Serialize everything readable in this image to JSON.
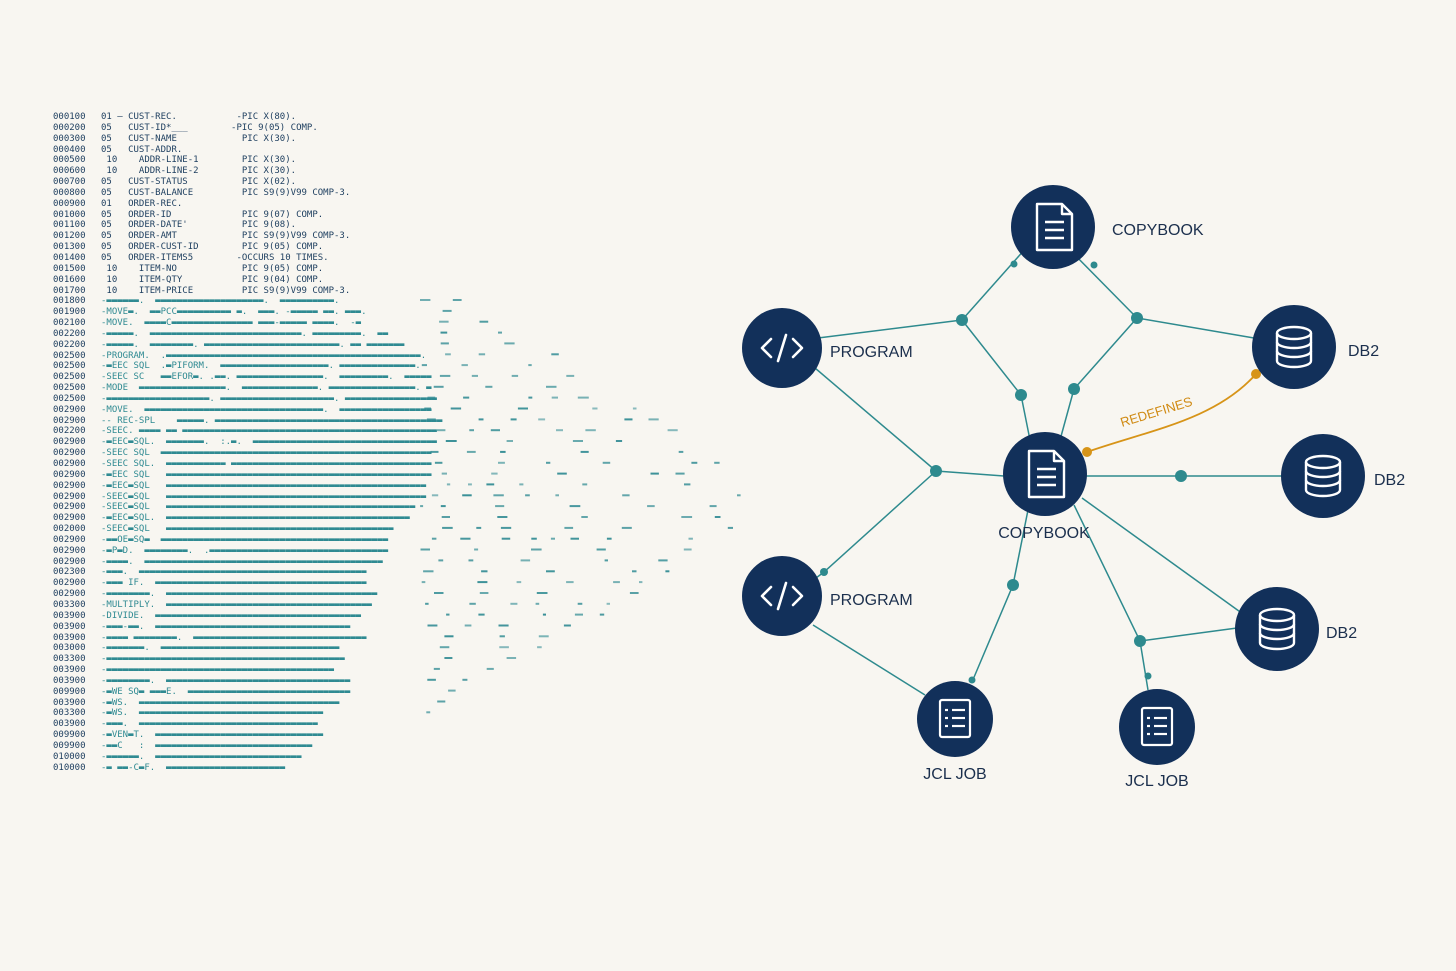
{
  "code_listing": {
    "lines": [
      {
        "num": "000100",
        "text": "01 – CUST-REC.           -PIC X(80)."
      },
      {
        "num": "000200",
        "text": "05   CUST-ID*___        -PIC 9(05) COMP."
      },
      {
        "num": "000300",
        "text": "05   CUST-NAME            PIC X(30)."
      },
      {
        "num": "000400",
        "text": "05   CUST-ADDR."
      },
      {
        "num": "000500",
        "text": " 10    ADDR-LINE-1        PIC X(30)."
      },
      {
        "num": "000600",
        "text": " 10    ADDR-LINE-2        PIC X(30)."
      },
      {
        "num": "000700",
        "text": "05   CUST-STATUS          PIC X(02)."
      },
      {
        "num": "000800",
        "text": "05   CUST-BALANCE         PIC S9(9)V99 COMP-3."
      },
      {
        "num": "000900",
        "text": "01   ORDER-REC."
      },
      {
        "num": "001000",
        "text": "05   ORDER-ID             PIC 9(07) COMP."
      },
      {
        "num": "001100",
        "text": "05   ORDER-DATE'          PIC 9(08)."
      },
      {
        "num": "001200",
        "text": "05   ORDER-AMT            PIC S9(9)V99 COMP-3."
      },
      {
        "num": "001300",
        "text": "05   ORDER-CUST-ID        PIC 9(05) COMP."
      },
      {
        "num": "001400",
        "text": "05   ORDER-ITEMS5        -OCCURS 10 TIMES."
      },
      {
        "num": "001500",
        "text": " 10    ITEM-NO            PIC 9(05) COMP."
      },
      {
        "num": "001600",
        "text": " 10    ITEM-QTY           PIC 9(04) COMP."
      },
      {
        "num": "001700",
        "text": " 10    ITEM-PRICE         PIC S9(9)V99 COMP-3."
      }
    ],
    "scrambled": [
      {
        "num": "001800",
        "text": "-▬▬▬▬▬▬.  ▬▬▬▬▬▬▬▬▬▬▬▬▬▬▬▬▬▬▬▬.  ▬▬▬▬▬▬▬▬▬▬."
      },
      {
        "num": "001900",
        "text": "-MOVE▬.  ▬▬PCC▬▬▬▬▬▬▬▬▬▬ ▬.  ▬▬▬. -▬▬▬▬▬ ▬▬. ▬▬▬."
      },
      {
        "num": "002100",
        "text": "-MOVE.  ▬▬▬▬C▬▬▬▬▬▬▬▬▬▬▬▬▬▬▬ ▬▬▬-▬▬▬▬▬ ▬▬▬▬.  -▬"
      },
      {
        "num": "002200",
        "text": "-▬▬▬▬▬.  ▬▬▬▬▬▬▬▬▬▬▬▬▬▬▬▬▬▬▬▬▬▬▬▬▬▬▬▬. ▬▬▬▬▬▬▬▬▬.  ▬▬"
      },
      {
        "num": "002200",
        "text": "-▬▬▬▬▬.  ▬▬▬▬▬▬▬▬. ▬▬▬▬▬▬▬▬▬▬▬▬▬▬▬▬▬▬▬▬▬▬▬▬▬. ▬▬ ▬▬▬▬▬▬▬"
      },
      {
        "num": "002500",
        "text": "-PROGRAM.  .▬▬▬▬▬▬▬▬▬▬▬▬▬▬▬▬▬▬▬▬▬▬▬▬▬▬▬▬▬▬▬▬▬▬▬▬▬▬▬▬▬▬▬▬▬▬▬."
      },
      {
        "num": "002500",
        "text": "-▬EEC SQL  .▬PIFORM.  ▬▬▬▬▬▬▬▬▬▬▬▬▬▬▬▬▬▬▬▬. ▬▬▬▬▬▬▬▬▬▬▬▬▬▬."
      },
      {
        "num": "002500",
        "text": "-SEEC SC   ▬▬EFOR▬. .▬▬. ▬▬▬▬▬▬▬▬▬▬▬▬▬▬▬▬.  ▬▬▬▬▬▬▬▬▬.  ▬▬▬▬▬"
      },
      {
        "num": "002500",
        "text": "-MODE  ▬▬▬▬▬▬▬▬▬▬▬▬▬▬▬▬.  ▬▬▬▬▬▬▬▬▬▬▬▬▬▬. ▬▬▬▬▬▬▬▬▬▬▬▬▬▬▬▬. ▬"
      },
      {
        "num": "002500",
        "text": "-▬▬▬▬▬▬▬▬▬▬▬▬▬▬▬▬▬▬▬. ▬▬▬▬▬▬▬▬▬▬▬▬▬▬▬▬▬▬▬▬▬. ▬▬▬▬▬▬▬▬▬▬▬▬▬▬▬▬▬"
      },
      {
        "num": "002900",
        "text": "-MOVE.  ▬▬▬▬▬▬▬▬▬▬▬▬▬▬▬▬▬▬▬▬▬▬▬▬▬▬▬▬▬▬▬▬▬.  ▬▬▬▬▬▬▬▬▬▬▬▬▬▬▬▬▬"
      },
      {
        "num": "002900",
        "text": "-- REC-SPL    ▬▬▬▬▬. ▬▬▬▬▬▬▬▬▬▬▬▬▬▬▬▬▬▬▬▬▬▬▬▬▬▬▬▬▬▬▬▬▬▬▬▬▬▬▬▬▬▬"
      },
      {
        "num": "002200",
        "text": "-SEEC. ▬▬▬▬ ▬▬ ▬▬▬▬▬▬▬▬▬▬▬▬▬▬▬▬▬▬▬▬▬▬▬▬▬▬▬▬▬▬▬▬▬▬▬▬▬▬▬▬▬▬▬▬▬▬▬"
      },
      {
        "num": "002900",
        "text": "-▬EEC▬SQL.  ▬▬▬▬▬▬▬.  :.▬.  ▬▬▬▬▬▬▬▬▬▬▬▬▬▬▬▬▬▬▬▬▬▬▬▬▬▬▬▬▬▬▬▬▬▬"
      },
      {
        "num": "002900",
        "text": "-SEEC SQL  ▬▬▬▬▬▬▬▬▬▬▬▬▬▬▬▬▬▬▬▬▬▬▬▬▬▬▬▬▬▬▬▬▬▬▬▬▬▬▬▬▬▬▬▬▬▬▬▬▬▬"
      },
      {
        "num": "002900",
        "text": "-SEEC SQL.  ▬▬▬▬▬▬▬▬▬▬▬ ▬▬▬▬▬▬▬▬▬▬▬▬▬▬▬▬▬▬▬▬▬▬▬▬▬▬▬▬▬▬▬▬▬▬▬▬▬"
      },
      {
        "num": "002900",
        "text": "-▬EEC SQL   ▬▬▬▬▬▬▬▬▬▬▬▬▬▬▬▬▬▬▬▬▬▬▬▬▬▬▬▬▬▬▬▬▬▬▬▬▬▬▬▬▬▬▬▬▬▬▬▬▬"
      },
      {
        "num": "002900",
        "text": "-▬EEC▬SQL   ▬▬▬▬▬▬▬▬▬▬▬▬▬▬▬▬▬▬▬▬▬▬▬▬▬▬▬▬▬▬▬▬▬▬▬▬▬▬▬▬▬▬▬▬▬▬▬▬"
      },
      {
        "num": "002900",
        "text": "-SEEC▬SQL   ▬▬▬▬▬▬▬▬▬▬▬▬▬▬▬▬▬▬▬▬▬▬▬▬▬▬▬▬▬▬▬▬▬▬▬▬▬▬▬▬▬▬▬▬▬▬▬▬"
      },
      {
        "num": "002900",
        "text": "-SEEC▬SQL   ▬▬▬▬▬▬▬▬▬▬▬▬▬▬▬▬▬▬▬▬▬▬▬▬▬▬▬▬▬▬▬▬▬▬▬▬▬▬▬▬▬▬▬▬▬▬"
      },
      {
        "num": "002900",
        "text": "-▬EEC▬SQL.  ▬▬▬▬▬▬▬▬▬▬▬▬▬▬▬▬▬▬▬▬▬▬▬▬▬▬▬▬▬▬▬▬▬▬▬▬▬▬▬▬▬▬▬▬▬"
      },
      {
        "num": "002000",
        "text": "-SEEC▬SQL   ▬▬▬▬▬▬▬▬▬▬▬▬▬▬▬▬▬▬▬▬▬▬▬▬▬▬▬▬▬▬▬▬▬▬▬▬▬▬▬▬▬▬"
      },
      {
        "num": "002900",
        "text": "-▬▬OE▬SQ▬  ▬▬▬▬▬▬▬▬▬▬▬▬▬▬▬▬▬▬▬▬▬▬▬▬▬▬▬▬▬▬▬▬▬▬▬▬▬▬▬▬▬▬"
      },
      {
        "num": "002900",
        "text": "-▬P▬D.  ▬▬▬▬▬▬▬▬.  .▬▬▬▬▬▬▬▬▬▬▬▬▬▬▬▬▬▬▬▬▬▬▬▬▬▬▬▬▬▬▬▬▬"
      },
      {
        "num": "002900",
        "text": "-▬▬▬▬.  ▬▬▬▬▬▬▬▬▬▬▬▬▬▬▬▬▬▬▬▬▬▬▬▬▬▬▬▬▬▬▬▬▬▬▬▬▬▬▬▬▬▬▬▬"
      },
      {
        "num": "002300",
        "text": "-▬▬▬.  ▬▬▬▬▬▬▬▬▬▬▬▬▬▬▬▬▬▬▬▬▬▬▬▬▬▬▬▬▬▬▬▬▬▬▬▬▬▬▬▬▬▬"
      },
      {
        "num": "002900",
        "text": "-▬▬▬ IF.  ▬▬▬▬▬▬▬▬▬▬▬▬▬▬▬▬▬▬▬▬▬▬▬▬▬▬▬▬▬▬▬▬▬▬▬▬▬▬▬"
      },
      {
        "num": "002900",
        "text": "-▬▬▬▬▬▬▬▬.  ▬▬▬▬▬▬▬▬▬▬▬▬▬▬▬▬▬▬▬▬▬▬▬▬▬▬▬▬▬▬▬▬▬▬▬▬▬▬▬"
      },
      {
        "num": "003300",
        "text": "-MULTIPLY.  ▬▬▬▬▬▬▬▬▬▬▬▬▬▬▬▬▬▬▬▬▬▬▬▬▬▬▬▬▬▬▬▬▬▬▬▬▬▬"
      },
      {
        "num": "003900",
        "text": "-DIVIDE.  ▬▬▬▬▬▬▬▬▬▬▬▬▬▬▬▬▬▬▬▬▬▬▬▬▬▬▬▬▬▬▬▬▬▬▬▬▬▬"
      },
      {
        "num": "003900",
        "text": "-▬▬▬-▬▬.  ▬▬▬▬▬▬▬▬▬▬▬▬▬▬▬▬▬▬▬▬▬▬▬▬▬▬▬▬▬▬▬▬▬▬▬▬"
      },
      {
        "num": "003900",
        "text": "-▬▬▬▬ ▬▬▬▬▬▬▬▬.  ▬▬▬▬▬▬▬▬▬▬▬▬▬▬▬▬▬▬▬▬▬▬▬▬▬▬▬▬▬▬▬▬"
      },
      {
        "num": "003000",
        "text": "-▬▬▬▬▬▬▬.  ▬▬▬▬▬▬▬▬▬▬▬▬▬▬▬▬▬▬▬▬▬▬▬▬▬▬▬▬▬▬▬▬▬"
      },
      {
        "num": "003300",
        "text": "-▬▬▬▬▬▬▬▬▬▬▬▬▬▬▬▬▬▬▬▬▬▬▬▬▬▬▬▬▬▬▬▬▬▬▬▬▬▬▬▬▬▬▬▬"
      },
      {
        "num": "003900",
        "text": "-▬▬▬▬▬▬▬▬▬▬▬▬▬▬▬▬▬▬▬▬▬▬▬▬▬▬▬▬▬▬▬▬▬▬▬▬▬▬▬▬▬▬"
      },
      {
        "num": "003900",
        "text": "-▬▬▬▬▬▬▬▬.  ▬▬▬▬▬▬▬▬▬▬▬▬▬▬▬▬▬▬▬▬▬▬▬▬▬▬▬▬▬▬▬▬▬▬"
      },
      {
        "num": "009900",
        "text": "-▬WE SQ▬ ▬▬▬E.  ▬▬▬▬▬▬▬▬▬▬▬▬▬▬▬▬▬▬▬▬▬▬▬▬▬▬▬▬▬▬"
      },
      {
        "num": "003900",
        "text": "-▬WS.  ▬▬▬▬▬▬▬▬▬▬▬▬▬▬▬▬▬▬▬▬▬▬▬▬▬▬▬▬▬▬▬▬▬▬▬▬▬"
      },
      {
        "num": "003300",
        "text": "-▬WS.  ▬▬▬▬▬▬▬▬▬▬▬▬▬▬▬▬▬▬▬▬▬▬▬▬▬▬▬▬▬▬▬▬▬▬"
      },
      {
        "num": "003900",
        "text": "-▬▬▬.  ▬▬▬▬▬▬▬▬▬▬▬▬▬▬▬▬▬▬▬▬▬▬▬▬▬▬▬▬▬▬▬▬▬"
      },
      {
        "num": "009900",
        "text": "-▬VEN▬T.  ▬▬▬▬▬▬▬▬▬▬▬▬▬▬▬▬▬▬▬▬▬▬▬▬▬▬▬▬▬▬▬"
      },
      {
        "num": "009900",
        "text": "-▬▬C   :  ▬▬▬▬▬▬▬▬▬▬▬▬▬▬▬▬▬▬▬▬▬▬▬▬▬▬▬▬▬"
      },
      {
        "num": "010000",
        "text": "-▬▬▬▬▬▬.  ▬▬▬▬▬▬▬▬▬▬▬▬▬▬▬▬▬▬▬▬▬▬▬▬▬▬▬"
      },
      {
        "num": "010000",
        "text": "-▬ ▬▬-C▬F.  ▬▬▬▬▬▬▬▬▬▬▬▬▬▬▬▬▬▬▬▬▬▬"
      }
    ]
  },
  "graph": {
    "nodes": [
      {
        "id": "copybook-top",
        "kind": "copybook",
        "label": "COPYBOOK",
        "icon": "document-icon"
      },
      {
        "id": "program-1",
        "kind": "program",
        "label": "PROGRAM",
        "icon": "code-icon"
      },
      {
        "id": "program-2",
        "kind": "program",
        "label": "PROGRAM",
        "icon": "code-icon"
      },
      {
        "id": "copybook-center",
        "kind": "copybook",
        "label": "COPYBOOK",
        "icon": "document-icon"
      },
      {
        "id": "db2-1",
        "kind": "db2",
        "label": "DB2",
        "icon": "database-icon"
      },
      {
        "id": "db2-2",
        "kind": "db2",
        "label": "DB2",
        "icon": "database-icon"
      },
      {
        "id": "db2-3",
        "kind": "db2",
        "label": "DB2",
        "icon": "database-icon"
      },
      {
        "id": "jcl-1",
        "kind": "jcl",
        "label": "JCL JOB",
        "icon": "list-icon"
      },
      {
        "id": "jcl-2",
        "kind": "jcl",
        "label": "JCL JOB",
        "icon": "list-icon"
      }
    ],
    "redefines_label": "REDEFINES"
  },
  "colors": {
    "background": "#f8f6f1",
    "node_fill": "#12305a",
    "edge": "#2e8a8e",
    "accent": "#d79418",
    "code_text": "#1c3d5e",
    "scatter": "#2f8a92"
  }
}
